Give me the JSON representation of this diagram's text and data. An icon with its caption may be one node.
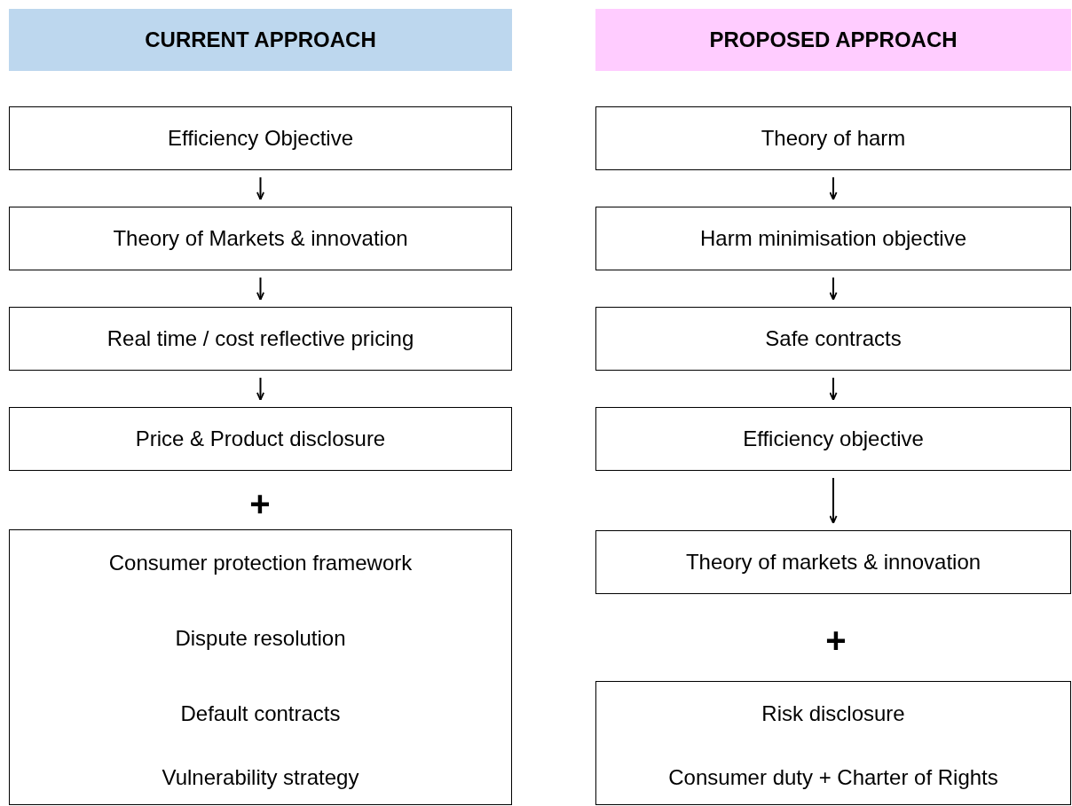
{
  "diagram": {
    "nodes": [
      {
        "text": [
          "CURRENT APPROACH"
        ]
      },
      {
        "text": [
          "Efficiency Objective"
        ]
      },
      {
        "text": [
          "Theory of Markets & innovation"
        ]
      },
      {
        "text": [
          "Real time / cost reflective pricing"
        ]
      },
      {
        "text": [
          "Price & Product disclosure"
        ]
      },
      {
        "text": [
          "Consumer protection framework",
          "Dispute resolution",
          "Default contracts",
          "Vulnerability strategy"
        ]
      },
      {
        "text": [
          "PROPOSED APPROACH"
        ]
      },
      {
        "text": [
          "Theory of harm"
        ]
      },
      {
        "text": [
          "Harm minimisation objective"
        ]
      },
      {
        "text": [
          "Safe contracts"
        ]
      },
      {
        "text": [
          "Efficiency objective"
        ]
      },
      {
        "text": [
          "Theory of markets & innovation"
        ]
      },
      {
        "text": [
          "Risk disclosure",
          "Consumer duty + Charter of Rights"
        ]
      }
    ],
    "edges": [
      {
        "from": 1,
        "to": 2,
        "arrow": "to"
      },
      {
        "from": 2,
        "to": 3,
        "arrow": "to"
      },
      {
        "from": 3,
        "to": 4,
        "arrow": "to"
      },
      {
        "from": 7,
        "to": 8,
        "arrow": "to"
      },
      {
        "from": 8,
        "to": 9,
        "arrow": "to"
      },
      {
        "from": 9,
        "to": 10,
        "arrow": "to"
      },
      {
        "from": 10,
        "to": 11,
        "arrow": "to"
      }
    ],
    "labels": [
      "+",
      "+"
    ]
  }
}
